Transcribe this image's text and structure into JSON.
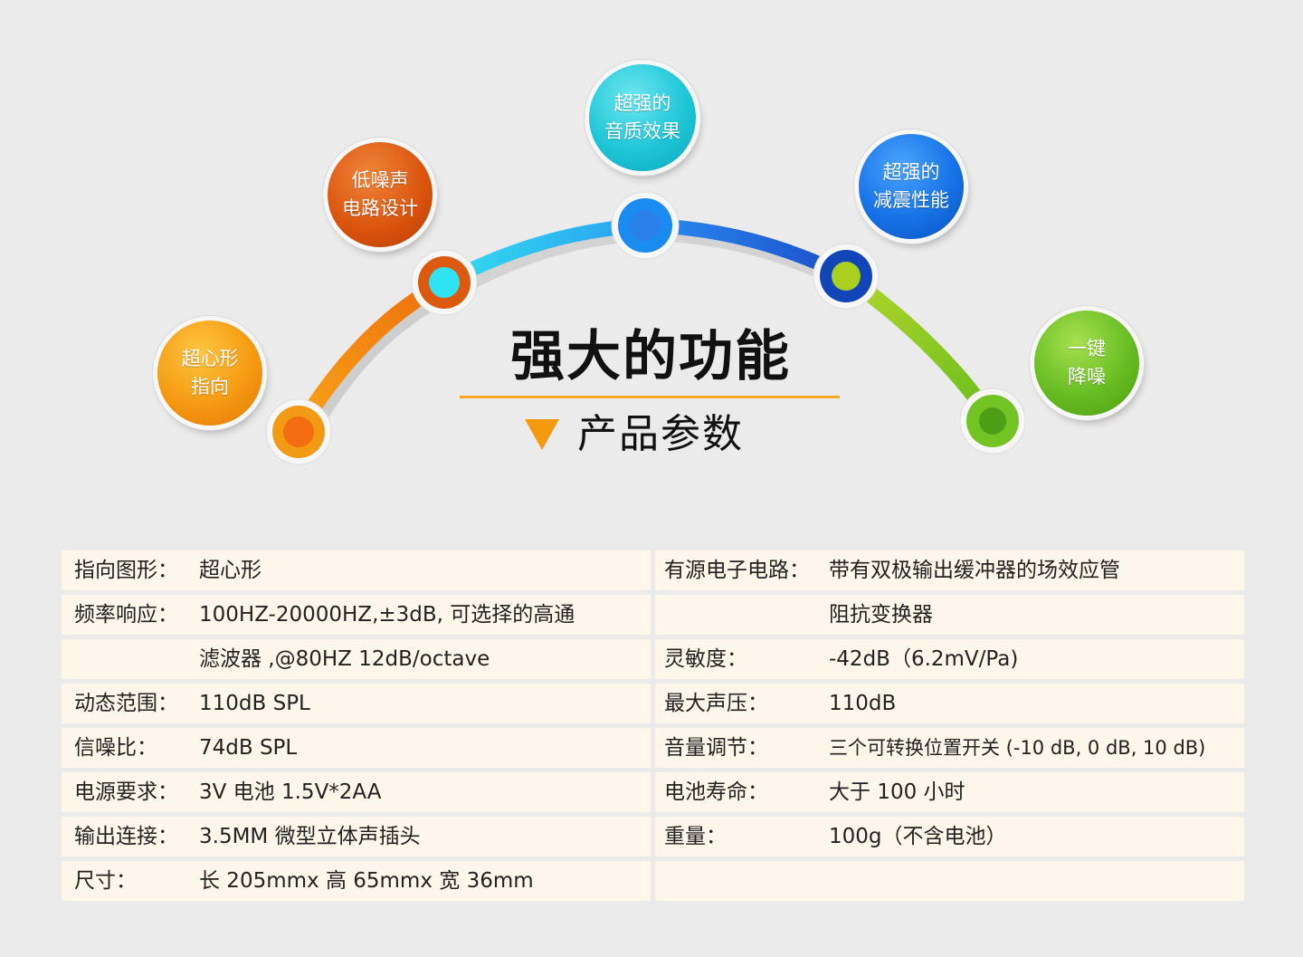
{
  "colors": {
    "background": "#ebebeb",
    "arc_orange": "#f5900f",
    "arc_cyan": "#2cd0e8",
    "arc_blue": "#1e6fe0",
    "arc_green": "#7cc42c",
    "accent": "#f5a623",
    "row_fill": "#fdf6ea",
    "text": "#222222"
  },
  "features": [
    {
      "line1": "超心形",
      "line2": "指向",
      "color": "#f59a12"
    },
    {
      "line1": "低噪声",
      "line2": "电路设计",
      "color": "#d9520c"
    },
    {
      "line1": "超强的",
      "line2": "音质效果",
      "color": "#1ec6d8"
    },
    {
      "line1": "超强的",
      "line2": "减震性能",
      "color": "#1773e6"
    },
    {
      "line1": "一键",
      "line2": "降噪",
      "color": "#68bd22"
    }
  ],
  "heading": "强大的功能",
  "subheading": "产品参数",
  "icons": {
    "subheading_marker": "triangle-down-icon"
  },
  "specs": [
    {
      "left_key": "指向图形：",
      "left_value": "超心形",
      "right_key": "有源电子电路：",
      "right_value": "带有双极输出缓冲器的场效应管"
    },
    {
      "left_key": "频率响应：",
      "left_value": "100HZ-20000HZ,±3dB, 可选择的高通",
      "right_key": "",
      "right_value": "阻抗变换器"
    },
    {
      "left_key": "",
      "left_value": "滤波器 ,@80HZ 12dB/octave",
      "right_key": "灵敏度：",
      "right_value": "-42dB（6.2mV/Pa)"
    },
    {
      "left_key": "动态范围：",
      "left_value": "110dB SPL",
      "right_key": "最大声压：",
      "right_value": "110dB"
    },
    {
      "left_key": "信噪比：",
      "left_value": "74dB SPL",
      "right_key": "音量调节：",
      "right_value": "三个可转换位置开关 (-10 dB, 0 dB, 10 dB)"
    },
    {
      "left_key": "电源要求：",
      "left_value": "3V 电池 1.5V*2AA",
      "right_key": "电池寿命：",
      "right_value": "大于 100 小时"
    },
    {
      "left_key": "输出连接：",
      "left_value": "3.5MM 微型立体声插头",
      "right_key": "重量：",
      "right_value": "100g（不含电池）"
    },
    {
      "left_key": "尺寸：",
      "left_value": "长 205mmx 高 65mmx 宽 36mm",
      "right_key": "",
      "right_value": ""
    }
  ]
}
